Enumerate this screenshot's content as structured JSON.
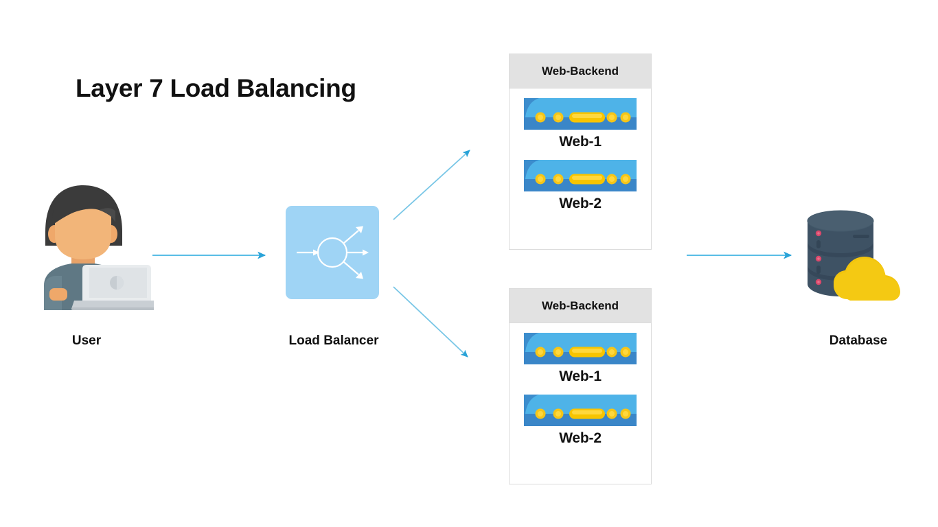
{
  "diagram": {
    "title": "Layer 7 Load Balancing",
    "background_color": "#ffffff"
  },
  "nodes": {
    "user": {
      "caption": "User",
      "icon": "user-with-laptop-icon",
      "colors": {
        "hair": "#3b3b3b",
        "skin": "#f0b27a",
        "shirt": "#5f7884",
        "laptop": "#e3e6e8"
      }
    },
    "load_balancer": {
      "caption": "Load Balancer",
      "icon": "load-balancer-icon",
      "colors": {
        "box": "#9fd4f5",
        "strokes": "#ffffff"
      },
      "outgoing_arrow_count": 3,
      "incoming_arrow_count": 1
    },
    "database": {
      "caption": "Database",
      "icon": "database-cloud-icon",
      "colors": {
        "cylinder_top": "#4a5f70",
        "cylinder_body": "#3e5264",
        "led": "#d9486b",
        "cloud": "#f2c40d"
      },
      "disk_segments": 3
    }
  },
  "backends": [
    {
      "header": "Web-Backend",
      "servers": [
        {
          "label": "Web-1",
          "icon": "server-icon"
        },
        {
          "label": "Web-2",
          "icon": "server-icon"
        }
      ]
    },
    {
      "header": "Web-Backend",
      "servers": [
        {
          "label": "Web-1",
          "icon": "server-icon"
        },
        {
          "label": "Web-2",
          "icon": "server-icon"
        }
      ]
    }
  ],
  "server_icon": {
    "top_color": "#4eb3e8",
    "bottom_color": "#3a86c8",
    "led_color": "#f5c518",
    "bar_color": "#f7c400",
    "dot_count": 4,
    "bar_count": 1
  },
  "arrows": {
    "color": "#4bafdf",
    "items": [
      {
        "name": "user-to-load-balancer",
        "from": "User",
        "to": "Load Balancer",
        "direction": "right"
      },
      {
        "name": "load-balancer-to-backend-1",
        "from": "Load Balancer",
        "to": "Web-Backend (top)",
        "direction": "up-right"
      },
      {
        "name": "load-balancer-to-backend-2",
        "from": "Load Balancer",
        "to": "Web-Backend (bottom)",
        "direction": "down-right"
      },
      {
        "name": "backend-to-database",
        "from": "Web-Backend",
        "to": "Database",
        "direction": "right"
      }
    ]
  }
}
